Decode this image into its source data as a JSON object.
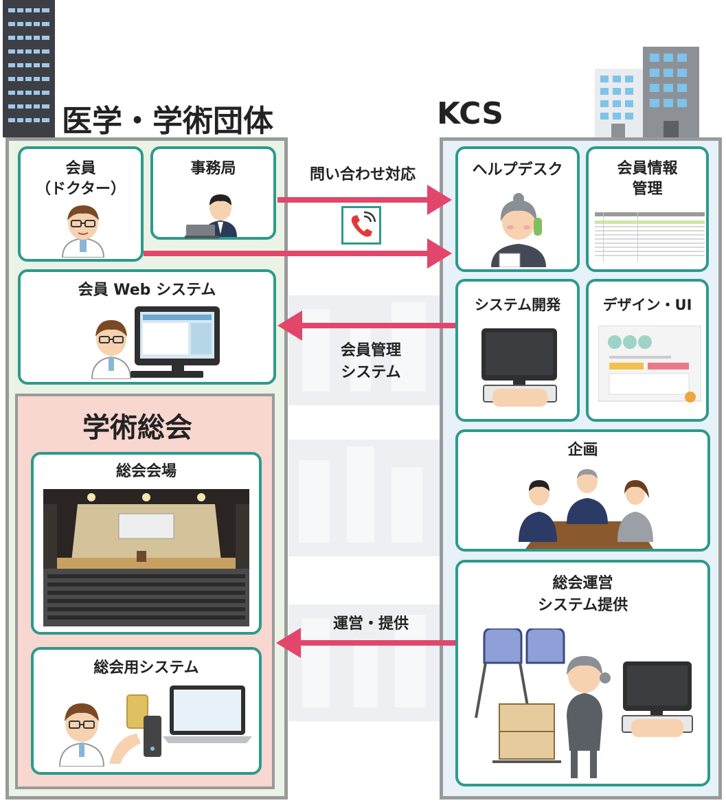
{
  "left_group": {
    "title": "医学・学術団体",
    "cards": {
      "member": {
        "label_line1": "会員",
        "label_line2": "（ドクター）"
      },
      "office": {
        "label": "事務局"
      },
      "member_web": {
        "label": "会員 Web システム"
      }
    },
    "sokai": {
      "title": "学術総会",
      "venue": {
        "label": "総会会場"
      },
      "system": {
        "label": "総会用システム"
      }
    }
  },
  "right_group": {
    "title": "KCS",
    "cards": {
      "helpdesk": {
        "label": "ヘルプデスク"
      },
      "member_info": {
        "label_line1": "会員情報",
        "label_line2": "管理"
      },
      "sysdev": {
        "label": "システム開発"
      },
      "design": {
        "label": "デザイン・UI"
      },
      "planning": {
        "label": "企画"
      },
      "ops": {
        "label_line1": "総会運営",
        "label_line2": "システム提供"
      }
    }
  },
  "arrows": {
    "inquiry": {
      "label": "問い合わせ対応"
    },
    "member_mgmt": {
      "label_line1": "会員管理",
      "label_line2": "システム"
    },
    "operate": {
      "label": "運営・提供"
    }
  },
  "icons": {
    "phone": "phone-icon"
  },
  "colors": {
    "accent_teal": "#2d9a8c",
    "arrow_pink": "#e2466b",
    "left_bg": "#eaf3e6",
    "right_bg": "#e6f1f8",
    "sokai_bg": "#f7d7d0",
    "panel_border": "#9a9a9a"
  }
}
